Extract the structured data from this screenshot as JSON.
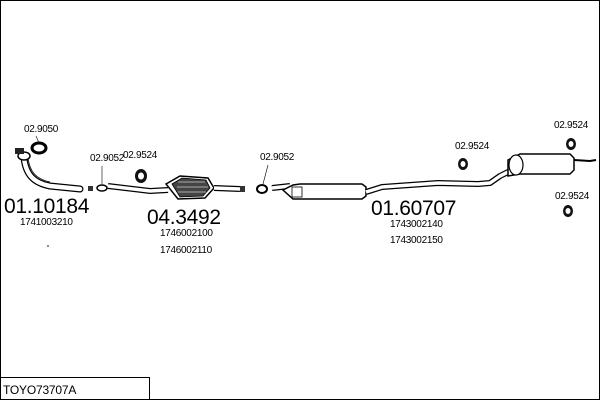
{
  "diagram": {
    "title": "TOYO73707A",
    "parts": [
      {
        "ref": "01.10184",
        "codes": [
          "1741003210"
        ]
      },
      {
        "ref": "04.3492",
        "codes": [
          "1746002100",
          "1746002110"
        ]
      },
      {
        "ref": "01.60707",
        "codes": [
          "1743002140",
          "1743002150"
        ]
      }
    ],
    "fittings": [
      "02.9050",
      "02.9052",
      "02.9524",
      "02.9052",
      "02.9524",
      "02.9524",
      "02.9524"
    ]
  }
}
